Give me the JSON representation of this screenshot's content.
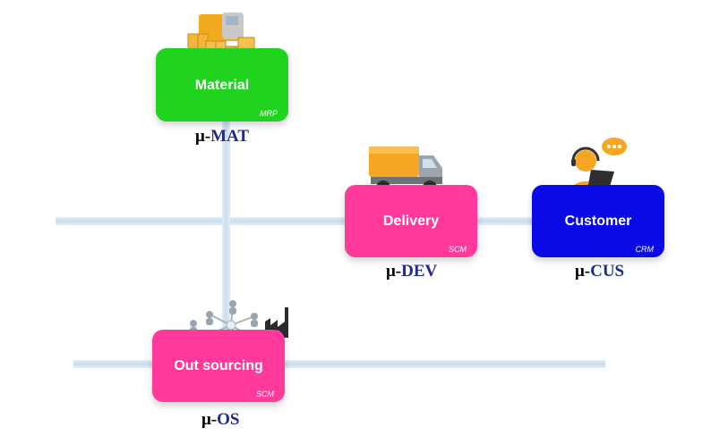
{
  "nodes": {
    "material": {
      "label": "Material",
      "tag": "MRP",
      "service_prefix": "μ-",
      "service_code": "MAT",
      "color": "#1fd31f",
      "icon": "delivery-boxes-icon"
    },
    "delivery": {
      "label": "Delivery",
      "tag": "SCM",
      "service_prefix": "μ-",
      "service_code": "DEV",
      "color": "#ff3a9a",
      "icon": "truck-icon"
    },
    "customer": {
      "label": "Customer",
      "tag": "CRM",
      "service_prefix": "μ-",
      "service_code": "CUS",
      "color": "#0a0ae6",
      "icon": "support-agent-icon"
    },
    "outsourcing": {
      "label": "Out sourcing",
      "tag": "SCM",
      "service_prefix": "μ-",
      "service_code": "OS",
      "color": "#ff3a9a",
      "icon": "people-network-factory-icon"
    }
  },
  "colors": {
    "bus": "#c9dcee",
    "service_code": "#1f2a8a"
  }
}
